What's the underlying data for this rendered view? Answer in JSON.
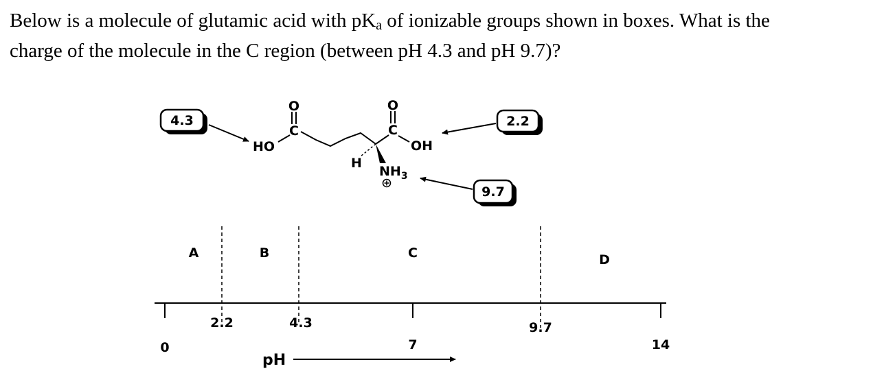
{
  "question": {
    "line1_pre": "Below is a molecule of glutamic acid with pK",
    "line1_sub": "a",
    "line1_post": " of ionizable groups shown in boxes. What is the",
    "line2": "charge of the molecule in the C region (between pH 4.3 and pH 9.7)?"
  },
  "molecule": {
    "pka_boxes": [
      "4.3",
      "2.2",
      "9.7"
    ],
    "atoms": {
      "ho": "HO",
      "oh": "OH",
      "h": "H",
      "nh": "NH",
      "nh_sub": "3",
      "o": "O",
      "c": "C",
      "plus": "+"
    }
  },
  "ph_axis": {
    "regions": [
      "A",
      "B",
      "C",
      "D"
    ],
    "ticks": [
      "0",
      "2.2",
      "4.3",
      "7",
      "9.7",
      "14"
    ],
    "label": "pH"
  }
}
